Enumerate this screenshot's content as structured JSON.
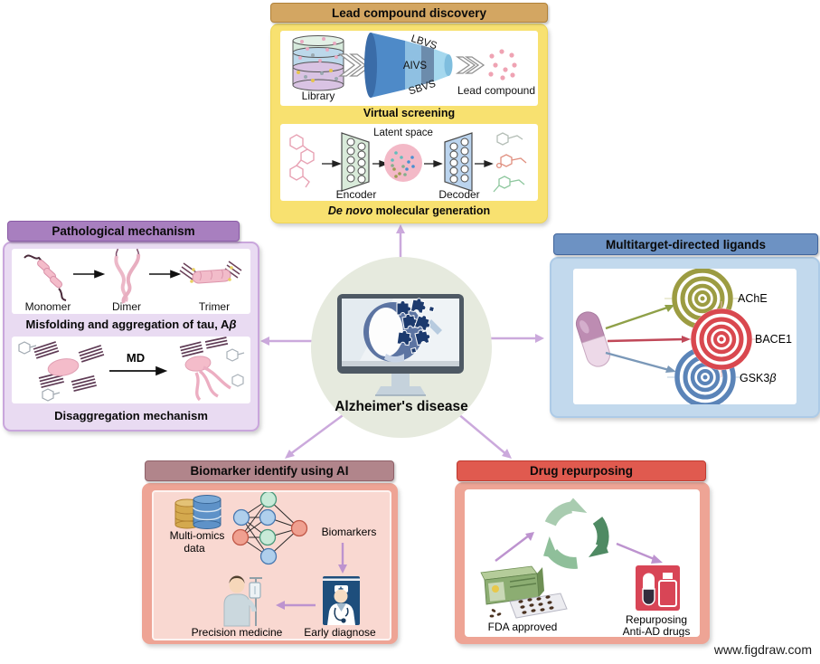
{
  "watermark": "www.figdraw.com",
  "center": {
    "label": "Alzheimer's disease"
  },
  "colors": {
    "lead_header": "#D3A662",
    "lead_panel": "#F8E170",
    "patho_header": "#A87FBF",
    "patho_panel": "#E9DBF2",
    "mtdl_header": "#6D92C3",
    "mtdl_panel": "#C2D9ED",
    "bio_header": "#B1858B",
    "rep_header": "#E05A4F",
    "salmon_panel": "#EEA495",
    "center_circle": "#E6EADE",
    "radial_arrow": "#CBA9DC",
    "target_ache": "#9C9C42",
    "target_bace1": "#D9484F",
    "target_gsk3b": "#5B84B8"
  },
  "lead": {
    "title": "Lead compound discovery",
    "library": "Library",
    "lbvs": "LBVS",
    "aivs": "AIVS",
    "sbvs": "SBVS",
    "lead_compound": "Lead compound",
    "vs_caption": "Virtual screening",
    "latent": "Latent space",
    "encoder": "Encoder",
    "decoder": "Decoder",
    "denovo_italic": "De novo",
    "denovo_rest": " molecular generation"
  },
  "patho": {
    "title": "Pathological mechanism",
    "monomer": "Monomer",
    "dimer": "Dimer",
    "trimer": "Trimer",
    "misfold_pre": "Misfolding and aggregation of tau, A",
    "misfold_beta": "β",
    "md": "MD",
    "disagg": "Disaggregation mechanism"
  },
  "mtdl": {
    "title": "Multitarget-directed ligands",
    "ache": "AChE",
    "bace1": "BACE1",
    "gsk3_pre": "GSK3",
    "gsk3_beta": "β"
  },
  "bio": {
    "title": "Biomarker identify using AI",
    "omics1": "Multi-omics",
    "omics2": "data",
    "biomarkers": "Biomarkers",
    "early": "Early diagnose",
    "precision": "Precision medicine"
  },
  "rep": {
    "title": "Drug repurposing",
    "fda": "FDA approved",
    "rep1": "Repurposing",
    "rep2": "Anti-AD drugs"
  }
}
